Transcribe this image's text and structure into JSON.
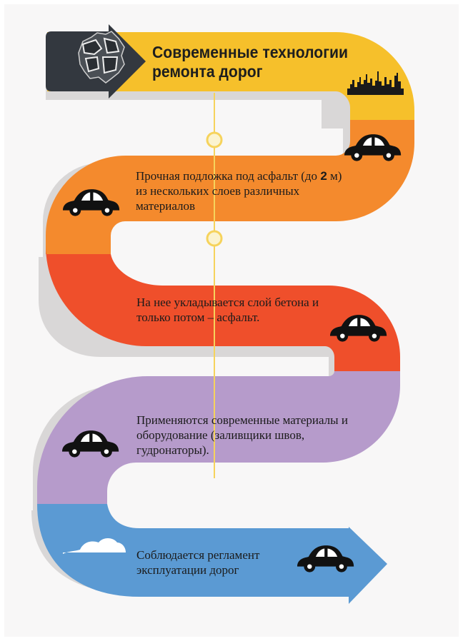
{
  "header": {
    "title_line1": "Современные технологии",
    "title_line2": "ремонта дорог"
  },
  "steps": [
    {
      "text_before": "Прочная подложка под асфальт (до ",
      "bold": "2",
      "text_after": " м) из нескольких слоев различных материалов"
    },
    {
      "text": "На нее укладывается слой бетона и только потом – асфальт."
    },
    {
      "text": "Применяются современные материалы и оборудование (заливщики швов, гудронаторы)."
    },
    {
      "text": "Соблюдается регламент эксплуатации дорог"
    }
  ],
  "colors": {
    "background": "#f8f7f7",
    "header_arrow": "#33383f",
    "band_yellow": "#f6c02b",
    "band_orange": "#f48a2d",
    "band_red": "#ef4f2b",
    "band_purple": "#b69bcb",
    "band_blue": "#5b9ad3",
    "shadow": "#d9d7d7",
    "timeline": "#f6d35c",
    "car": "#111111"
  },
  "icons": {
    "header": "cracked-asphalt-icon",
    "skyline": "city-skyline-icon",
    "car": "car-icon",
    "cloud": "cloud-icon",
    "node": "timeline-node-icon"
  }
}
